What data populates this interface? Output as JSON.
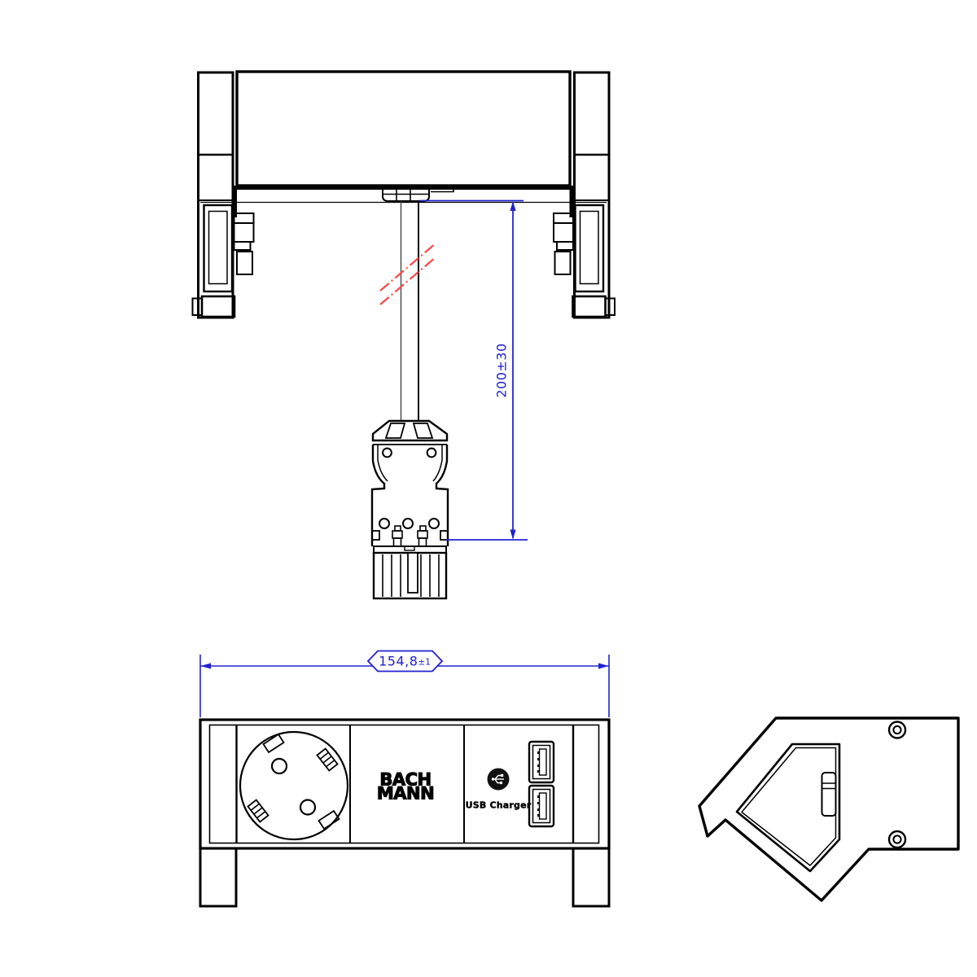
{
  "colors": {
    "ink": "#000000",
    "dimension_blue": "#2222d0",
    "break_red": "#ff4444",
    "paper": "#ffffff"
  },
  "top_view": {
    "cable_length_dimension": "200±30"
  },
  "front_view": {
    "width_dimension_value": "154,8",
    "width_dimension_tolerance": "±1",
    "brand_line1": "BACH",
    "brand_line2": "MANN",
    "usb_charger_label": "USB Charger"
  },
  "icons": {
    "top_view": [
      "table-clamp-left-icon",
      "table-clamp-right-icon",
      "cable-gland-icon",
      "power-cable-icon",
      "cable-break-marks-icon",
      "gst18-connector-icon"
    ],
    "front_view": [
      "schuko-socket-icon",
      "usb-charger-icon",
      "usb-port-top-icon",
      "usb-port-bottom-icon"
    ],
    "side_view": [
      "screw-top-icon",
      "screw-bottom-icon",
      "mounting-clip-icon"
    ]
  }
}
